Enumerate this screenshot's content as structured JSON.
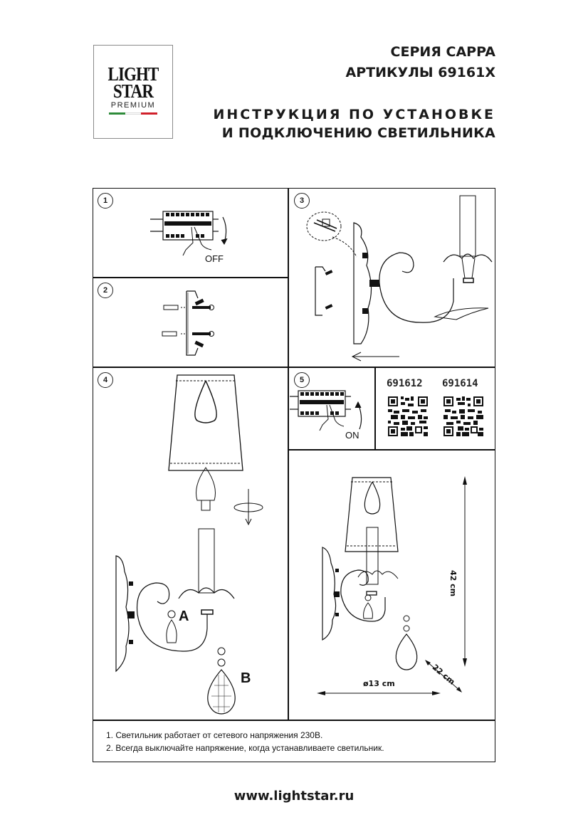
{
  "logo": {
    "line1": "LIGHT",
    "line2": "STAR",
    "line3": "PREMIUM",
    "flag_colors": [
      "#2e8b3a",
      "#ffffff",
      "#d0202a"
    ]
  },
  "header": {
    "series": "СЕРИЯ CAPPA",
    "articles": "АРТИКУЛЫ 69161X",
    "title_line1": "ИНСТРУКЦИЯ ПО УСТАНОВКЕ",
    "title_line2": "И ПОДКЛЮЧЕНИЮ СВЕТИЛЬНИКА"
  },
  "steps": [
    {
      "num": "1",
      "label": "OFF",
      "desc": "breaker-switch-off"
    },
    {
      "num": "2",
      "desc": "mount-bracket-with-dowels-and-screws"
    },
    {
      "num": "3",
      "desc": "connect-wires-and-attach-fixture"
    },
    {
      "num": "4",
      "desc": "install-bulb-and-shade",
      "pendant_labels": [
        "A",
        "B"
      ]
    },
    {
      "num": "5",
      "label": "ON",
      "desc": "breaker-switch-on"
    }
  ],
  "qr_codes": [
    {
      "code": "691612"
    },
    {
      "code": "691614"
    }
  ],
  "dimensions": {
    "height": "42 cm",
    "depth": "22 cm",
    "diameter": "ø13 cm"
  },
  "notes": [
    "1. Светильник работает от сетевого напряжения 230В.",
    "2. Всегда выключайте напряжение, когда устанавливаете светильник."
  ],
  "footer": {
    "url": "www.lightstar.ru"
  }
}
